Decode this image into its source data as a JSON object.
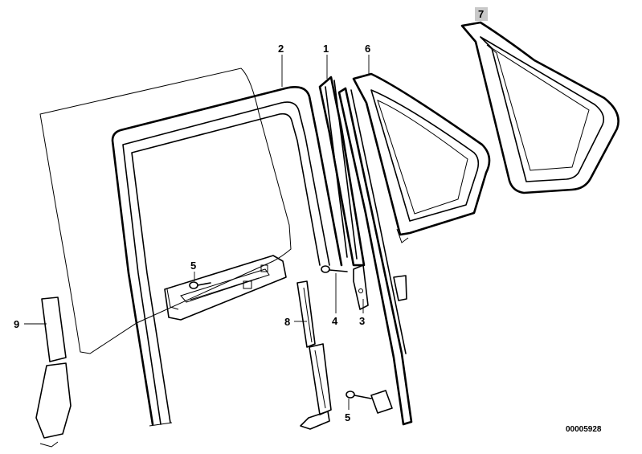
{
  "callouts": {
    "c1": "1",
    "c2": "2",
    "c3": "3",
    "c4": "4",
    "c5a": "5",
    "c5b": "5",
    "c6": "6",
    "c7": "7",
    "c8": "8",
    "c9": "9"
  },
  "drawing_code": "00005928"
}
